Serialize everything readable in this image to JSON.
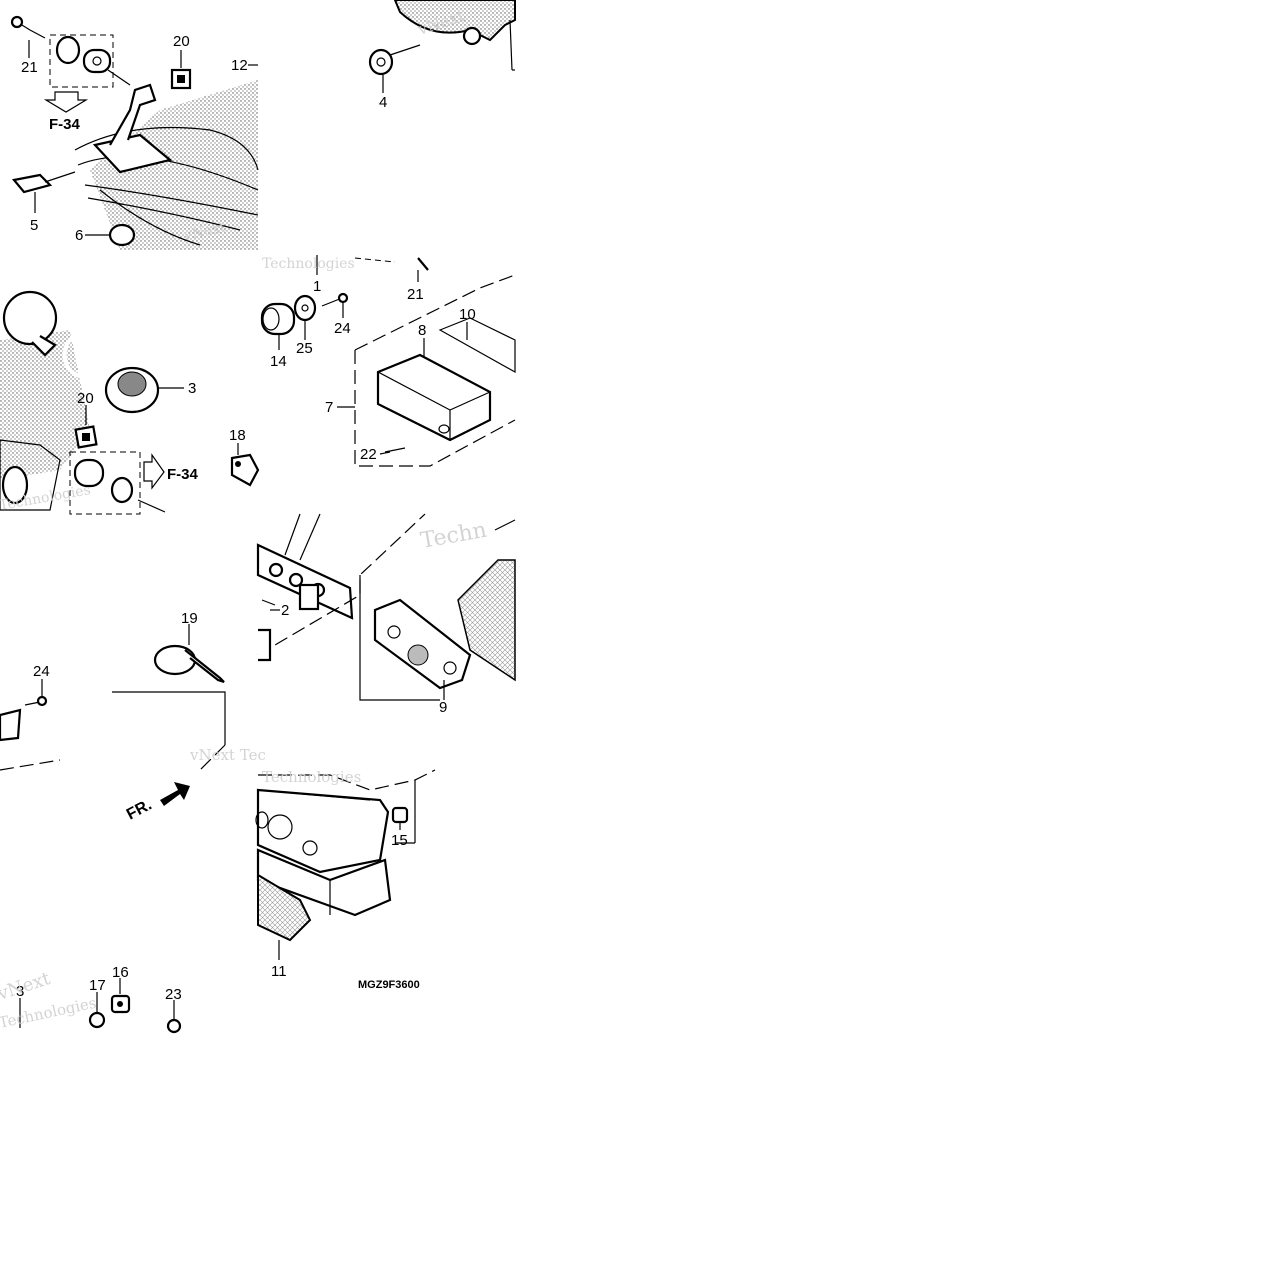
{
  "diagram": {
    "code": "MGZ9F3600",
    "front_label": "FR.",
    "ref_labels": [
      "F-34",
      "F-34"
    ],
    "watermarks": [
      "vNext",
      "Technologies",
      "vNext Tec",
      "Techn"
    ],
    "callouts": {
      "c1": "1",
      "c2": "2",
      "c3a": "3",
      "c3b": "3",
      "c4": "4",
      "c5": "5",
      "c6": "6",
      "c7": "7",
      "c8": "8",
      "c9": "9",
      "c10": "10",
      "c11": "11",
      "c12": "12",
      "c14": "14",
      "c15": "15",
      "c16": "16",
      "c17": "17",
      "c18": "18",
      "c19": "19",
      "c20a": "20",
      "c20b": "20",
      "c21a": "21",
      "c21b": "21",
      "c22": "22",
      "c23": "23",
      "c24a": "24",
      "c24b": "24",
      "c25": "25"
    }
  }
}
